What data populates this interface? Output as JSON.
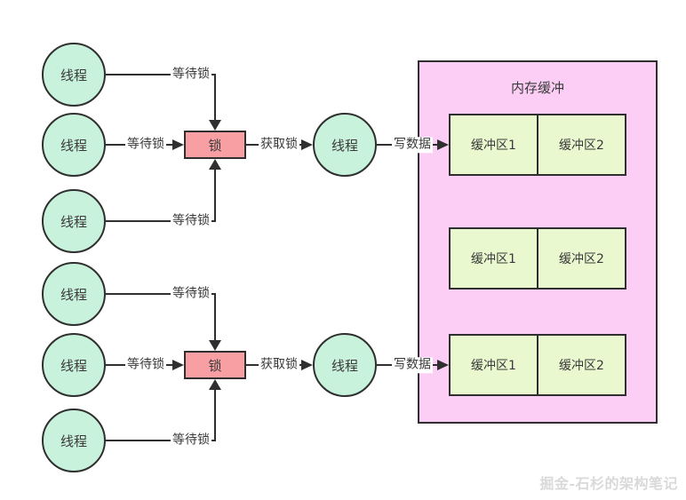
{
  "top_group": {
    "threads": [
      "线程",
      "线程",
      "线程"
    ],
    "wait_labels": [
      "等待锁",
      "等待锁",
      "等待锁"
    ],
    "lock": "锁",
    "acquire_label": "获取锁",
    "owner_thread": "线程",
    "write_label": "写数据"
  },
  "bottom_group": {
    "threads": [
      "线程",
      "线程",
      "线程"
    ],
    "wait_labels": [
      "等待锁",
      "等待锁",
      "等待锁"
    ],
    "lock": "锁",
    "acquire_label": "获取锁",
    "owner_thread": "线程",
    "write_label": "写数据"
  },
  "memory_buffer": {
    "title": "内存缓冲",
    "rows": [
      [
        "缓冲区1",
        "缓冲区2"
      ],
      [
        "缓冲区1",
        "缓冲区2"
      ],
      [
        "缓冲区1",
        "缓冲区2"
      ]
    ]
  },
  "watermark": "掘金-石杉的架构笔记",
  "colors": {
    "thread_fill": "#c9f2dc",
    "lock_fill": "#f89fa3",
    "panel_fill": "#fccef5",
    "buffer_fill": "#eaf8d0",
    "stroke": "#2f2f2f",
    "watermark_text": "#d9d9d9"
  }
}
